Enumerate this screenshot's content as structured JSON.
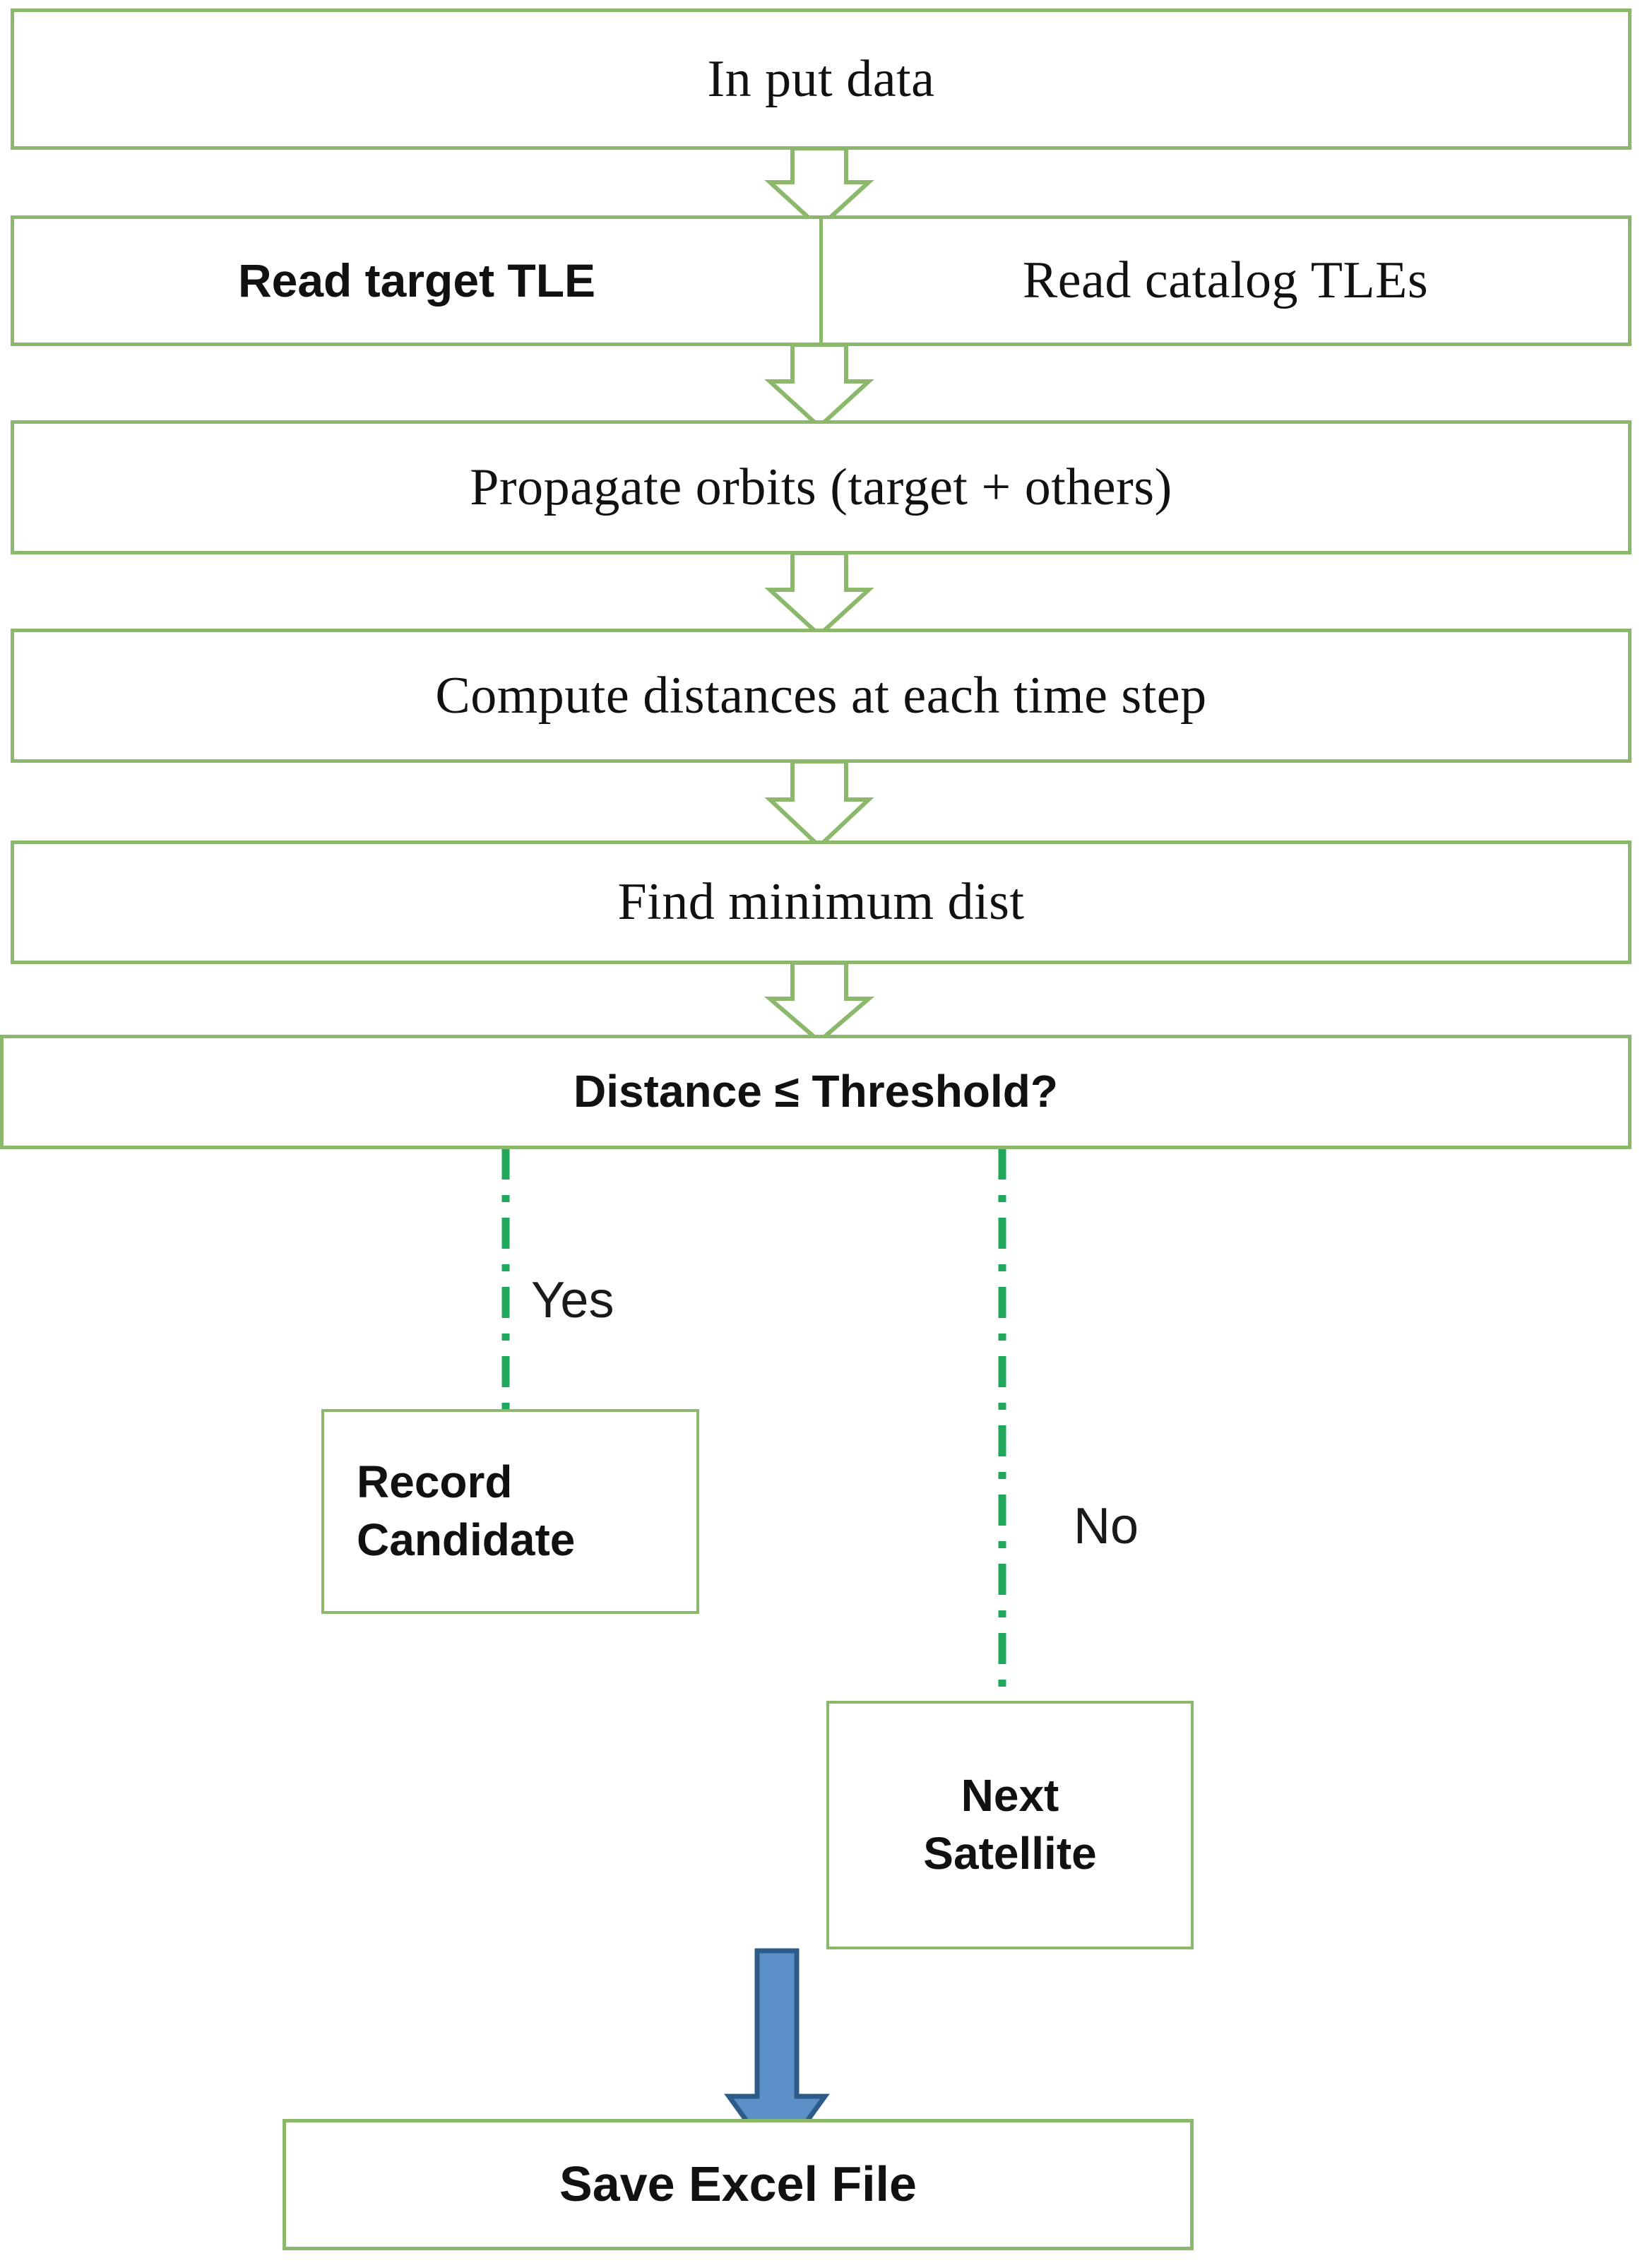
{
  "diagram": {
    "title": "Satellite conjunction screening flowchart",
    "colors": {
      "box_border_green": "#8CB86B",
      "flow_arrow_green": "#8CB86B",
      "branch_line_green": "#1FA85C",
      "final_arrow_blue": "#4A7EBB",
      "background": "#FFFFFF",
      "text": "#111111"
    }
  },
  "nodes": {
    "input_data": {
      "label": "In put data"
    },
    "read_target_tle": {
      "label": "Read target TLE"
    },
    "read_catalog_tles": {
      "label": "Read catalog TLEs"
    },
    "propagate_orbits": {
      "label": "Propagate orbits (target + others)"
    },
    "compute_distances": {
      "label": "Compute distances at each time step"
    },
    "find_minimum_dist": {
      "label": "Find minimum dist"
    },
    "decision_threshold": {
      "label": "Distance ≤ Threshold?"
    },
    "record_candidate": {
      "label": "Record\nCandidate"
    },
    "next_satellite": {
      "label": "Next\nSatellite"
    },
    "save_excel_file": {
      "label": "Save Excel File"
    }
  },
  "branches": {
    "yes_label": "Yes",
    "no_label": "No"
  }
}
